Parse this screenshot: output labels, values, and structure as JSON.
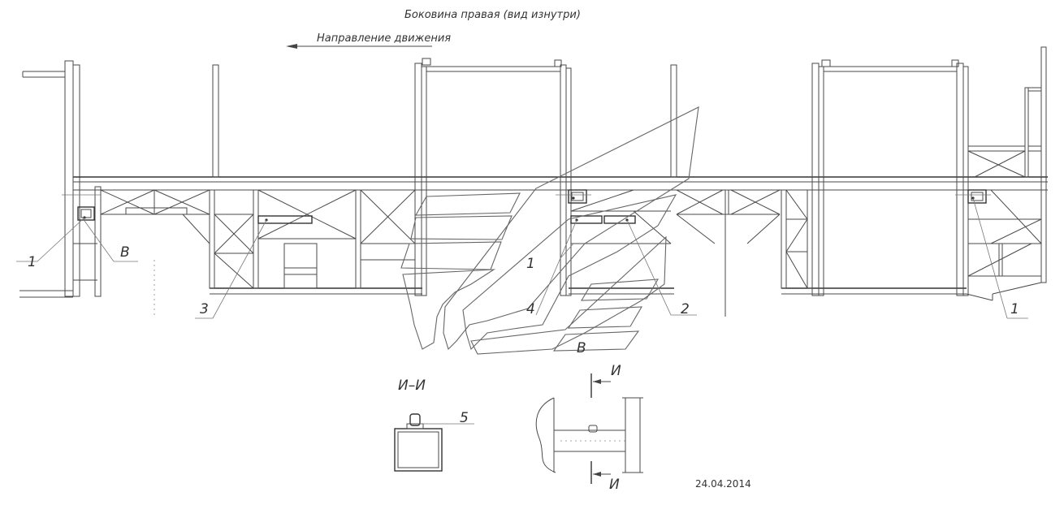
{
  "title": "Боковина правая (вид изнутри)",
  "direction_label": "Направление движения",
  "callouts": {
    "c1_left": "1",
    "cB_left": "В",
    "c3": "3",
    "c4": "4",
    "c2": "2",
    "c1_right": "1",
    "cB_mid": "В",
    "c1_mid": "1"
  },
  "section": {
    "title": "И–И",
    "part": "5",
    "cut_top": "И",
    "cut_bottom": "И"
  },
  "date": "24.04.2014"
}
